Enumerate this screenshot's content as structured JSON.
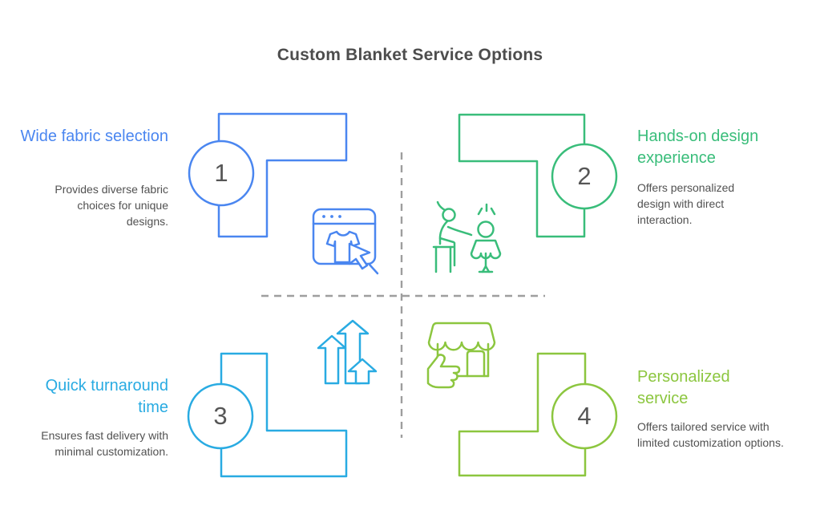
{
  "title": "Custom Blanket Service Options",
  "palette": {
    "blue": "#4a86f0",
    "green": "#39bd7a",
    "cyan": "#29abe2",
    "lime": "#8cc63f",
    "title_text": "#4d4d4d",
    "body_text": "#515151",
    "divider_gray": "#9e9e9e"
  },
  "divider": {
    "style": "dashed-cross"
  },
  "items": [
    {
      "number": "1",
      "heading": "Wide fabric selection",
      "description": "Provides diverse fabric choices for unique designs.",
      "color": "#4a86f0",
      "icon": "browser-tshirt-cursor-icon"
    },
    {
      "number": "2",
      "heading": "Hands-on design experience",
      "description": "Offers personalized design with direct interaction.",
      "color": "#39bd7a",
      "icon": "person-dressing-child-icon"
    },
    {
      "number": "3",
      "heading": "Quick turnaround time",
      "description": "Ensures fast delivery with minimal customization.",
      "color": "#29abe2",
      "icon": "growth-arrows-icon"
    },
    {
      "number": "4",
      "heading": "Personalized service",
      "description": "Offers tailored service with limited customization options.",
      "color": "#8cc63f",
      "icon": "storefront-thumbs-up-icon"
    }
  ]
}
